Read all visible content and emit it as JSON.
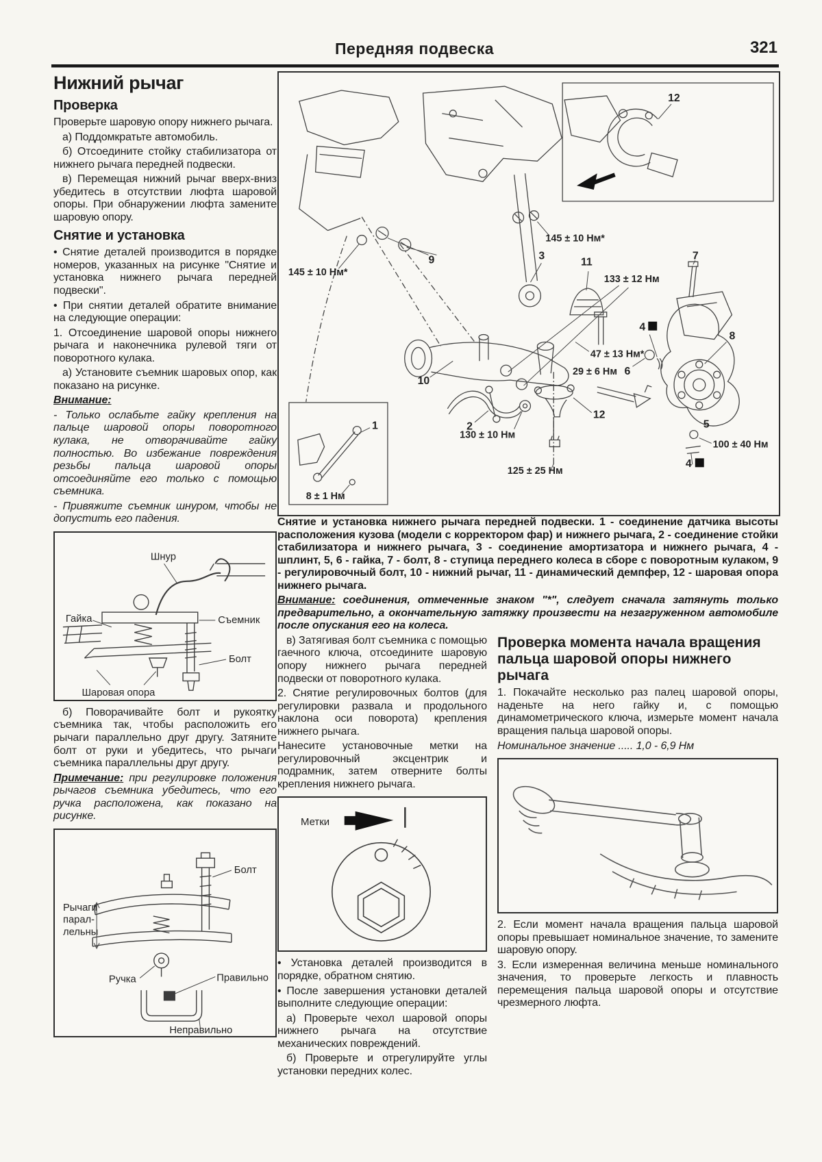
{
  "header": {
    "title": "Передняя подвеска",
    "page_number": "321"
  },
  "left_column": {
    "section_title": "Нижний рычаг",
    "check": {
      "heading": "Проверка",
      "intro": "Проверьте шаровую опору нижнего рычага.",
      "items": [
        "а) Поддомкратьте автомобиль.",
        "б) Отсоедините стойку стабилизатора от нижнего рычага передней подвески.",
        "в) Перемещая нижний рычаг вверх-вниз убедитесь в отсутствии люфта шаровой опоры. При обнаружении люфта замените шаровую опору."
      ]
    },
    "removal": {
      "heading": "Снятие и установка",
      "bullets": [
        "• Снятие деталей производится в порядке номеров, указанных на рисунке \"Снятие и установка нижнего рычага передней подвески\".",
        "• При снятии деталей обратите внимание на следующие операции:"
      ],
      "step1": "1. Отсоединение шаровой опоры нижнего рычага и наконечника рулевой тяги от поворотного кулака.",
      "step1a": "а) Установите съемник шаровых опор, как показано на рисунке.",
      "warning_label": "Внимание:",
      "warning_items": [
        "- Только ослабьте гайку крепления на пальце шаровой опоры поворотного кулака, не отворачивайте гайку полностью. Во избежание повреждения резьбы пальца шаровой опоры отсоединяйте его только с помощью съемника.",
        "- Привяжите съемник шнуром, чтобы не допустить его падения."
      ],
      "step_b": "б) Поворачивайте болт и рукоятку съемника так, чтобы расположить его рычаги параллельно друг другу. Затяните болт от руки и убедитесь, что рычаги съемника параллельны друг другу.",
      "note_label": "Примечание:",
      "note_text": "при регулировке положения рычагов съемника убедитесь, что его ручка расположена, как показано на рисунке."
    },
    "figure_puller": {
      "labels": {
        "cord": "Шнур",
        "nut": "Гайка",
        "puller": "Съемник",
        "bolt": "Болт",
        "ball_joint": "Шаровая опора"
      }
    },
    "figure_parallel": {
      "labels": {
        "bolt": "Болт",
        "arms_line1": "Рычаги",
        "arms_line2": "парал-",
        "arms_line3": "лельны",
        "handle": "Ручка",
        "correct": "Правильно",
        "incorrect": "Неправильно"
      }
    }
  },
  "diagram": {
    "torques": {
      "t145_top": "145 ± 10 Нм*",
      "t145_left": "145 ± 10 Нм*",
      "t133": "133 ± 12 Нм",
      "t47": "47 ± 13 Нм*",
      "t29": "29 ± 6 Нм",
      "t130": "130 ± 10 Нм",
      "t125": "125 ± 25 Нм",
      "t100": "100 ± 40 Нм",
      "t8": "8 ± 1 Нм"
    },
    "numbers": {
      "n1": "1",
      "n2": "2",
      "n3": "3",
      "n4": "4",
      "n5": "5",
      "n6": "6",
      "n7": "7",
      "n8": "8",
      "n9": "9",
      "n10": "10",
      "n11": "11",
      "n12": "12"
    }
  },
  "caption": "Снятие и установка нижнего рычага передней подвески. 1 - соединение датчика высоты расположения кузова (модели с корректором фар) и нижнего рычага, 2 - соединение стойки стабилизатора и нижнего рычага, 3 - соединение амортизатора и нижнего рычага, 4 - шплинт, 5, 6 - гайка, 7 - болт, 8 - ступица переднего колеса в сборе с поворотным кулаком, 9 - регулировочный болт, 10 - нижний рычаг, 11 - динамический демпфер, 12 - шаровая опора нижнего рычага.",
  "caption_warning": {
    "label": "Внимание:",
    "text": " соединения, отмеченные знаком \"*\", следует сначала затянуть только предварительно, а окончательную затяжку произвести на незагруженном автомобиле после опускания его на колеса."
  },
  "mid_column": {
    "step_v": "в) Затягивая болт съемника с помощью гаечного ключа, отсоедините шаровую опору нижнего рычага передней подвески от поворотного кулака.",
    "step2": "2. Снятие регулировочных болтов (для регулировки развала и продольного наклона оси поворота) крепления нижнего рычага.",
    "marks_text": "Нанесите установочные метки на регулировочный эксцентрик и подрамник, затем отверните болты крепления нижнего рычага.",
    "figure_marks_label": "Метки",
    "bullets": [
      "• Установка деталей производится в порядке, обратном снятию.",
      "• После завершения установки деталей выполните следующие операции:"
    ],
    "item_a": "а) Проверьте чехол шаровой опоры нижнего рычага на отсутствие механических повреждений.",
    "item_b": "б) Проверьте и отрегулируйте углы установки передних колес."
  },
  "right_column": {
    "heading": "Проверка момента начала вращения пальца шаровой опоры нижнего рычага",
    "p1": "1. Покачайте несколько раз палец шаровой опоры, наденьте на него гайку и, с помощью динамометрического ключа, измерьте момент начала вращения пальца шаровой опоры.",
    "nominal": "Номинальное значение ..... 1,0 - 6,9 Нм",
    "p2": "2. Если момент начала вращения пальца шаровой опоры превышает номинальное значение, то замените шаровую опору.",
    "p3": "3. Если измеренная величина меньше номинального значения, то проверьте легкость и плавность перемещения пальца шаровой опоры и отсутствие чрезмерного люфта."
  }
}
